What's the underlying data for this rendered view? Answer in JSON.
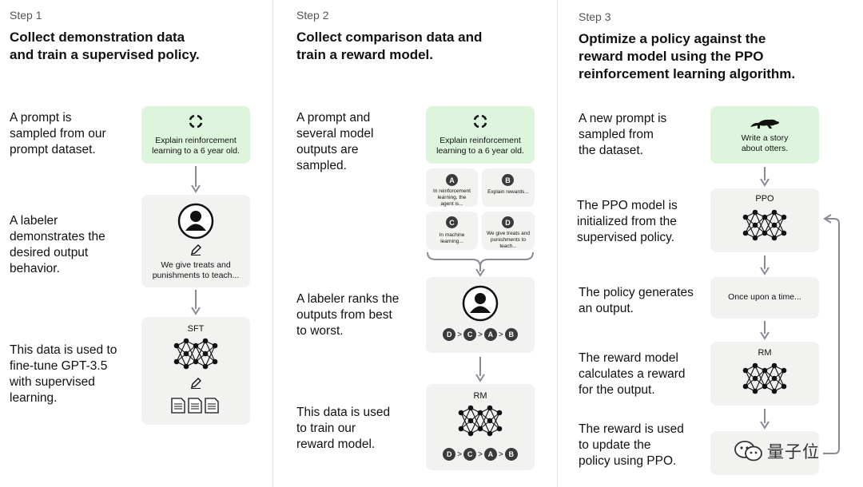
{
  "step1": {
    "label": "Step 1",
    "title_line1": "Collect demonstration data",
    "title_line2": "and train a supervised policy.",
    "desc1": [
      "A prompt is",
      "sampled from our",
      "prompt dataset."
    ],
    "desc2": [
      "A labeler",
      "demonstrates the",
      "desired output",
      "behavior."
    ],
    "desc3": [
      "This data is used to",
      "fine-tune GPT-3.5",
      "with supervised",
      "learning."
    ],
    "prompt_text": [
      "Explain reinforcement",
      "learning to a 6 year old."
    ],
    "demo_text": [
      "We give treats and",
      "punishments to teach..."
    ],
    "model_label": "SFT"
  },
  "step2": {
    "label": "Step 2",
    "title_line1": "Collect comparison data and",
    "title_line2": "train a reward model.",
    "desc1": [
      "A prompt and",
      "several model",
      "outputs are",
      "sampled."
    ],
    "desc2": [
      "A labeler ranks the",
      "outputs from best",
      "to worst."
    ],
    "desc3": [
      "This data is used",
      "to train our",
      "reward model."
    ],
    "prompt_text": [
      "Explain reinforcement",
      "learning to a 6 year old."
    ],
    "outputs": [
      {
        "letter": "A",
        "text": [
          "In reinforcement",
          "learning, the",
          "agent is..."
        ]
      },
      {
        "letter": "B",
        "text": [
          "Explain rewards..."
        ]
      },
      {
        "letter": "C",
        "text": [
          "In machine",
          "learning..."
        ]
      },
      {
        "letter": "D",
        "text": [
          "We give treats and",
          "punishments to",
          "teach..."
        ]
      }
    ],
    "ranking": [
      "D",
      "C",
      "A",
      "B"
    ],
    "separator": ">",
    "model_label": "RM"
  },
  "step3": {
    "label": "Step 3",
    "title_line1": "Optimize a policy against the",
    "title_line2": "reward model using the PPO",
    "title_line3": "reinforcement learning algorithm.",
    "desc1": [
      "A new prompt is",
      "sampled from",
      "the dataset."
    ],
    "desc2": [
      "The PPO model is",
      "initialized from the",
      "supervised policy."
    ],
    "desc3": [
      "The policy generates",
      "an output."
    ],
    "desc4": [
      "The reward model",
      "calculates a reward",
      "for the output."
    ],
    "desc5": [
      "The reward is used",
      "to update the",
      "policy using PPO."
    ],
    "prompt_text": [
      "Write a story",
      "about otters."
    ],
    "ppo_label": "PPO",
    "output_text": "Once upon a time...",
    "rm_label": "RM"
  },
  "watermark": "量子位",
  "colors": {
    "green_box": "#def5dd",
    "gray_box": "#f2f2f0",
    "badge": "#3b3b3b",
    "arrow": "#8a8a95"
  }
}
